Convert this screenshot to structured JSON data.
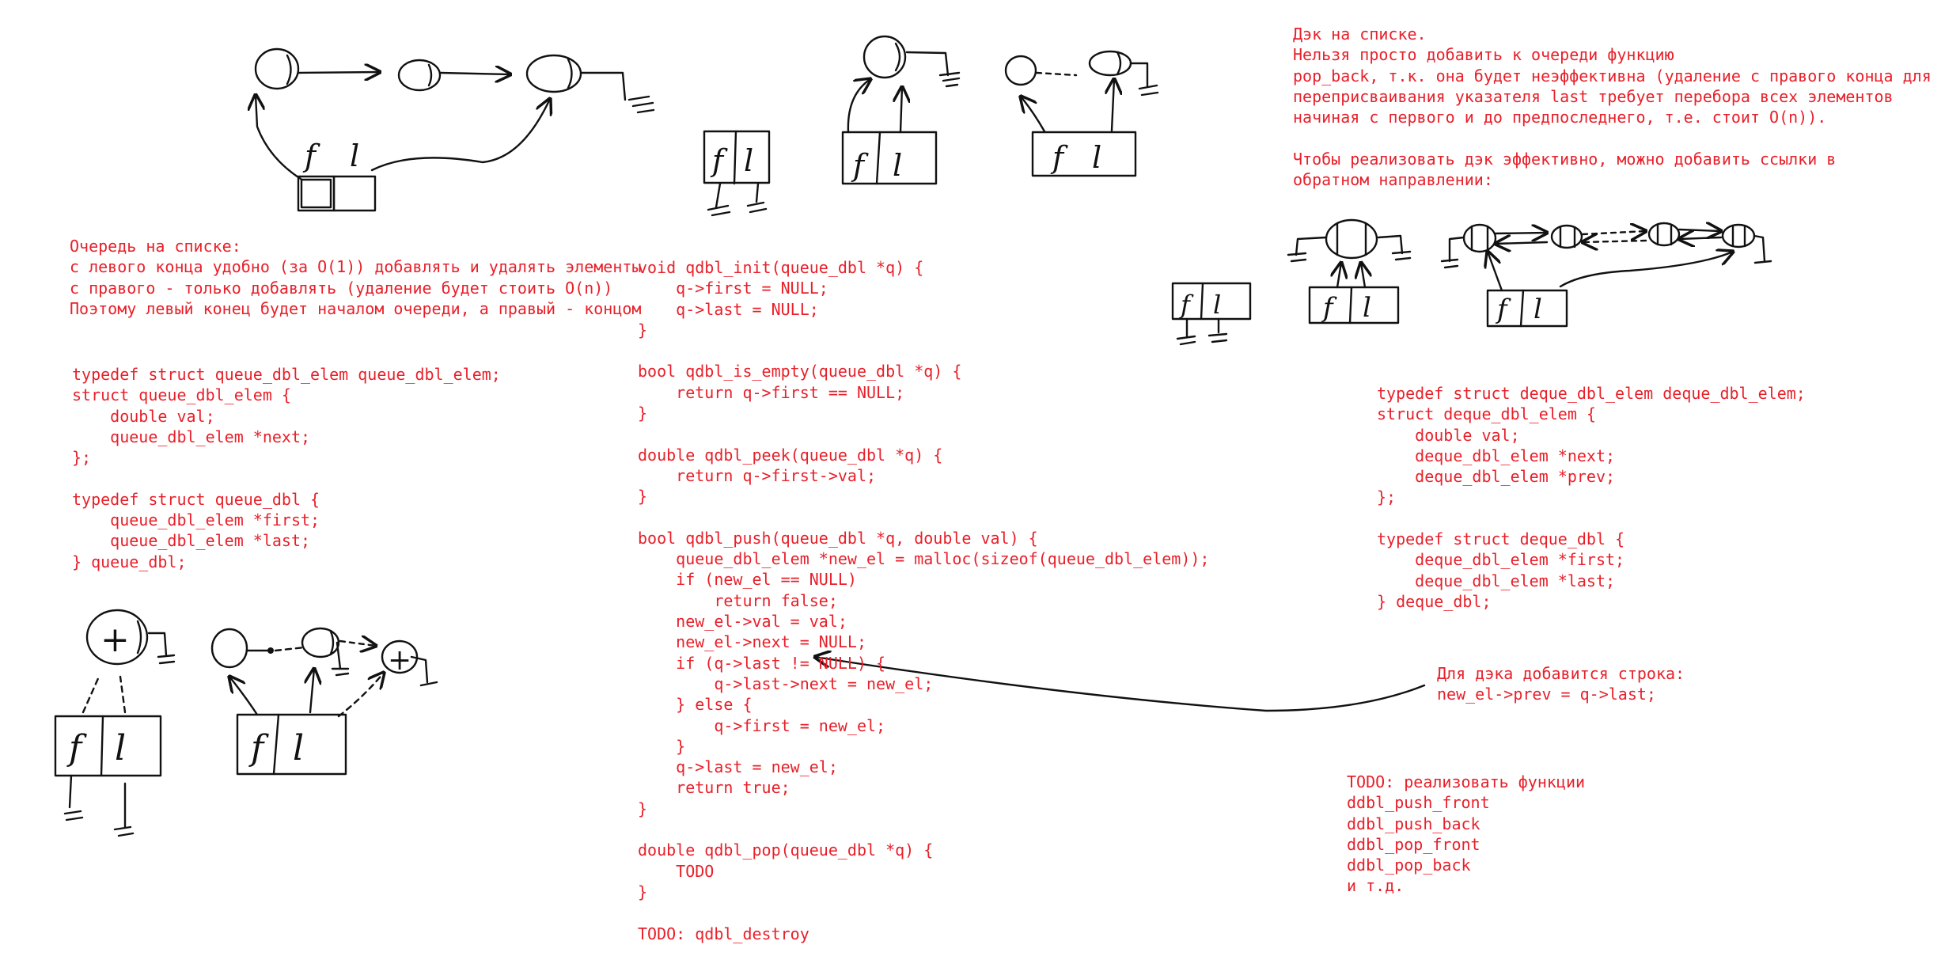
{
  "notes": {
    "queue_intro": "Очередь на списке:\nс левого конца удобно (за O(1)) добавлять и удалять элементы\nс правого - только добавлять (удаление будет стоить O(n))\nПоэтому левый конец будет началом очереди, а правый - концом",
    "queue_structs": "typedef struct queue_dbl_elem queue_dbl_elem;\nstruct queue_dbl_elem {\n    double val;\n    queue_dbl_elem *next;\n};\n\ntypedef struct queue_dbl {\n    queue_dbl_elem *first;\n    queue_dbl_elem *last;\n} queue_dbl;",
    "queue_functions": "void qdbl_init(queue_dbl *q) {\n    q->first = NULL;\n    q->last = NULL;\n}\n\nbool qdbl_is_empty(queue_dbl *q) {\n    return q->first == NULL;\n}\n\ndouble qdbl_peek(queue_dbl *q) {\n    return q->first->val;\n}\n\nbool qdbl_push(queue_dbl *q, double val) {\n    queue_dbl_elem *new_el = malloc(sizeof(queue_dbl_elem));\n    if (new_el == NULL)\n        return false;\n    new_el->val = val;\n    new_el->next = NULL;\n    if (q->last != NULL) {\n        q->last->next = new_el;\n    } else {\n        q->first = new_el;\n    }\n    q->last = new_el;\n    return true;\n}\n\ndouble qdbl_pop(queue_dbl *q) {\n    TODO\n}\n\nTODO: qdbl_destroy",
    "deque_intro": "Дэк на списке.\nНельзя просто добавить к очереди функцию\npop_back, т.к. она будет неэффективна (удаление с правого конца для\nпереприсваивания указателя last требует перебора всех элементов\nначиная с первого и до предпоследнего, т.е. стоит O(n)).\n\nЧтобы реализовать дэк эффективно, можно добавить ссылки в\nобратном направлении:",
    "deque_structs": "typedef struct deque_dbl_elem deque_dbl_elem;\nstruct deque_dbl_elem {\n    double val;\n    deque_dbl_elem *next;\n    deque_dbl_elem *prev;\n};\n\ntypedef struct deque_dbl {\n    deque_dbl_elem *first;\n    deque_dbl_elem *last;\n} deque_dbl;",
    "deque_note": "Для дэка добавится строка:\nnew_el->prev = q->last;",
    "todo_list": "TODO: реализовать функции\nddbl_push_front\nddbl_push_back\nddbl_pop_front\nddbl_pop_back\nи т.д."
  },
  "sketch_labels": {
    "first": "f",
    "last": "l",
    "plus": "+"
  },
  "colors": {
    "text": "#e8202a",
    "ink": "#111111",
    "background": "#ffffff"
  }
}
